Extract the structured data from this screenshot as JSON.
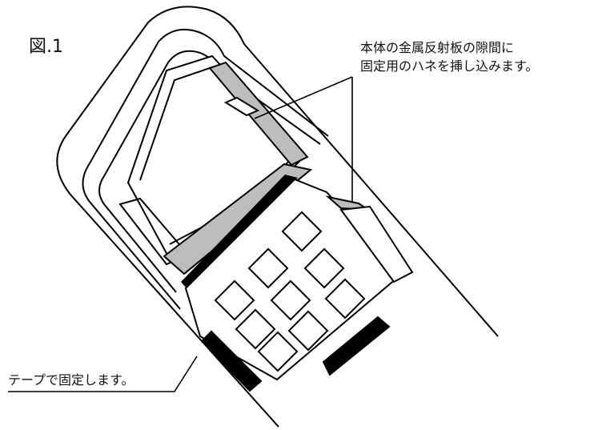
{
  "figure_label": "図.1",
  "callouts": {
    "top_line1": "本体の金属反射板の隙間に",
    "top_line2": "固定用のハネを挿し込みます。",
    "bottom": "テープで固定します。"
  },
  "colors": {
    "line": "#000000",
    "gray_strip": "#bdbdbd",
    "paper": "#ffffff"
  }
}
